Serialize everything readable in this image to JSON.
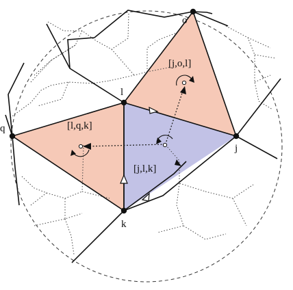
{
  "diagram": {
    "colors": {
      "triangle_fill_pink": "#f6c9b7",
      "triangle_fill_blue": "#c2c2e6",
      "edge": "#111111",
      "dual_edge": "#333333",
      "circle": "#333333",
      "background": "#ffffff"
    },
    "vertex_labels": {
      "o": "o",
      "l": "l",
      "q": "q",
      "j": "j",
      "k": "k"
    },
    "triangle_labels": {
      "jol": "[j,o,l]",
      "lqk": "[l,q,k]",
      "jlk": "[j,l,k]"
    }
  }
}
